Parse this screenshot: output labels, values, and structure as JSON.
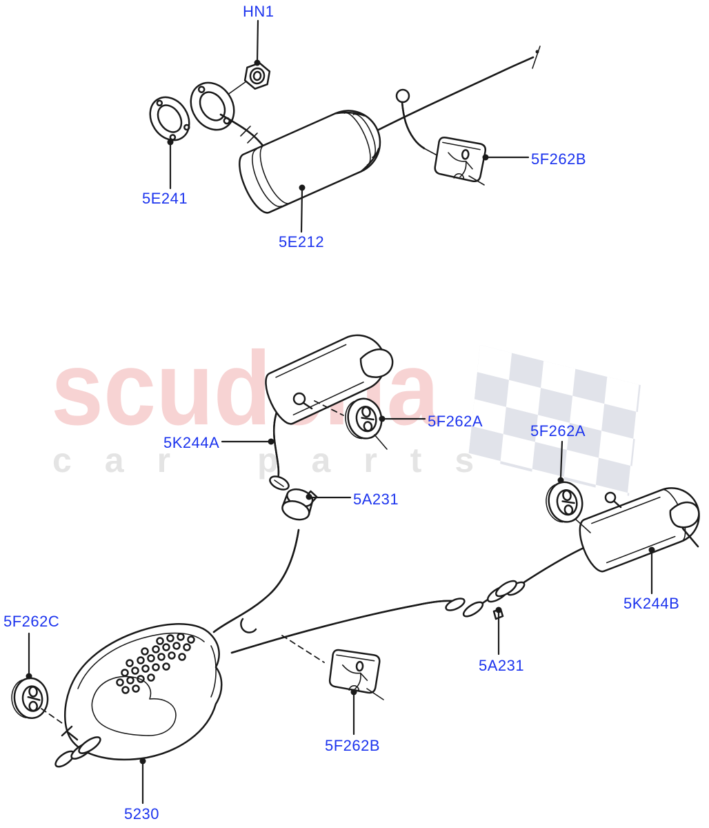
{
  "watermark": {
    "brand": "scuderia",
    "tagline": "car parts"
  },
  "palette": {
    "label_blue": "#1b33ee",
    "line_black": "#1a1a1a",
    "watermark_pink": "#f7d3d3",
    "watermark_gray": "#e4e4e4",
    "flag_gray": "#e1e3ea",
    "background": "#ffffff"
  },
  "callouts": {
    "hn1": "HN1",
    "gasket": "5E241",
    "catalytic_converter": "5E212",
    "front_hanger_bracket": "5F262B",
    "front_muffler_pipe": "5K244A",
    "center_isolator": "5F262A",
    "rear_isolator": "5F262A",
    "center_clamp": "5A231",
    "rear_clamp": "5A231",
    "rear_muffler": "5K244B",
    "main_muffler_isolator": "5F262C",
    "center_hanger_bracket": "5F262B",
    "main_muffler": "5230"
  }
}
